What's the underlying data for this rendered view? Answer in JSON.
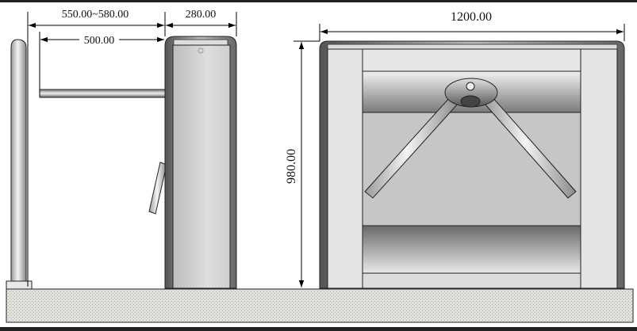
{
  "dimensions": {
    "total_reach": "550.00~580.00",
    "arm_length": "500.00",
    "cabinet_depth": "280.00",
    "cabinet_width": "1200.00",
    "cabinet_height": "980.00"
  },
  "colors": {
    "ground": "#dcdcd6",
    "line": "#111111",
    "metal_light": "#eeeeee",
    "metal_mid": "#c8c8c8",
    "metal_dark": "#6e6e6e"
  }
}
